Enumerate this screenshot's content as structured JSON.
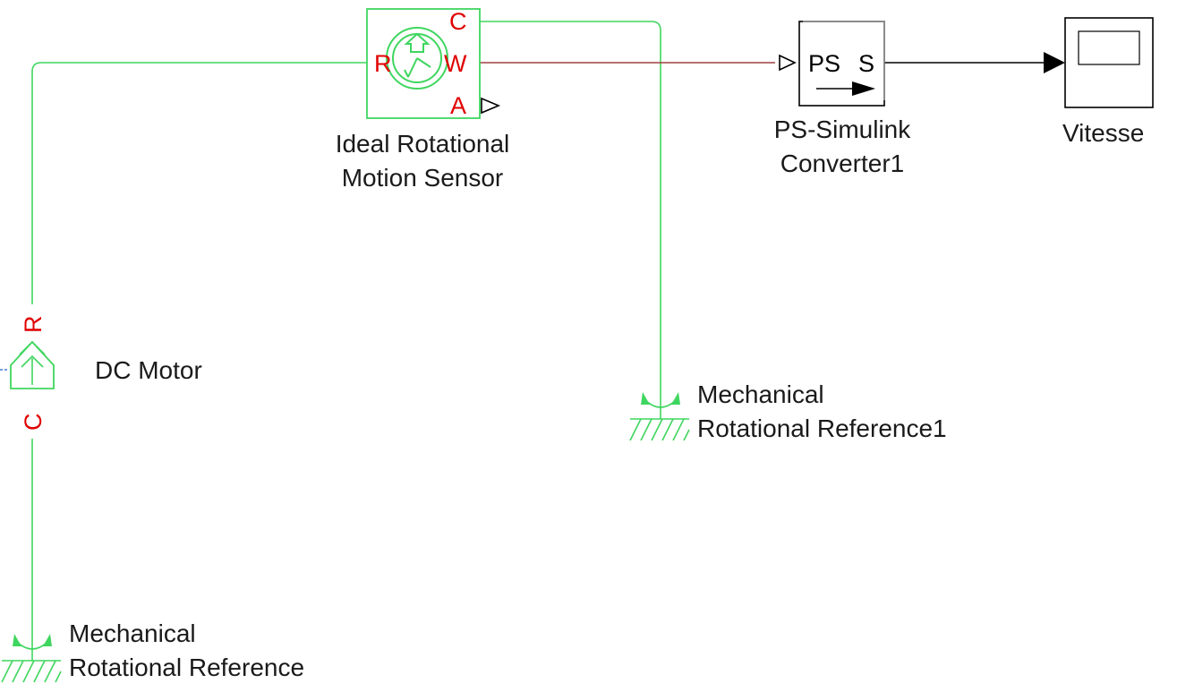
{
  "colors": {
    "physical_line": "#3fd65f",
    "ps_line": "#a04040",
    "signal_line": "#000000",
    "port_label": "#e00000",
    "input_line": "#4a7fd6"
  },
  "blocks": {
    "sensor": {
      "label_line1": "Ideal Rotational",
      "label_line2": "Motion Sensor",
      "port_r": "R",
      "port_c": "C",
      "port_w": "W",
      "port_a": "A",
      "icon": "clock-sensor-icon"
    },
    "converter": {
      "label_line1": "PS-Simulink",
      "label_line2": "Converter1",
      "text_ps": "PS",
      "text_s": "S",
      "icon": "arrow-right-icon"
    },
    "scope": {
      "label": "Vitesse",
      "icon": "scope-screen-icon"
    },
    "motor": {
      "label": "DC Motor",
      "port_r": "R",
      "port_c": "C",
      "icon": "motor-arrow-icon"
    },
    "ref1": {
      "label_line1": "Mechanical",
      "label_line2": "Rotational Reference1",
      "icon": "ground-hatch-icon"
    },
    "ref0": {
      "label_line1": "Mechanical",
      "label_line2": "Rotational Reference",
      "icon": "ground-hatch-icon"
    }
  }
}
